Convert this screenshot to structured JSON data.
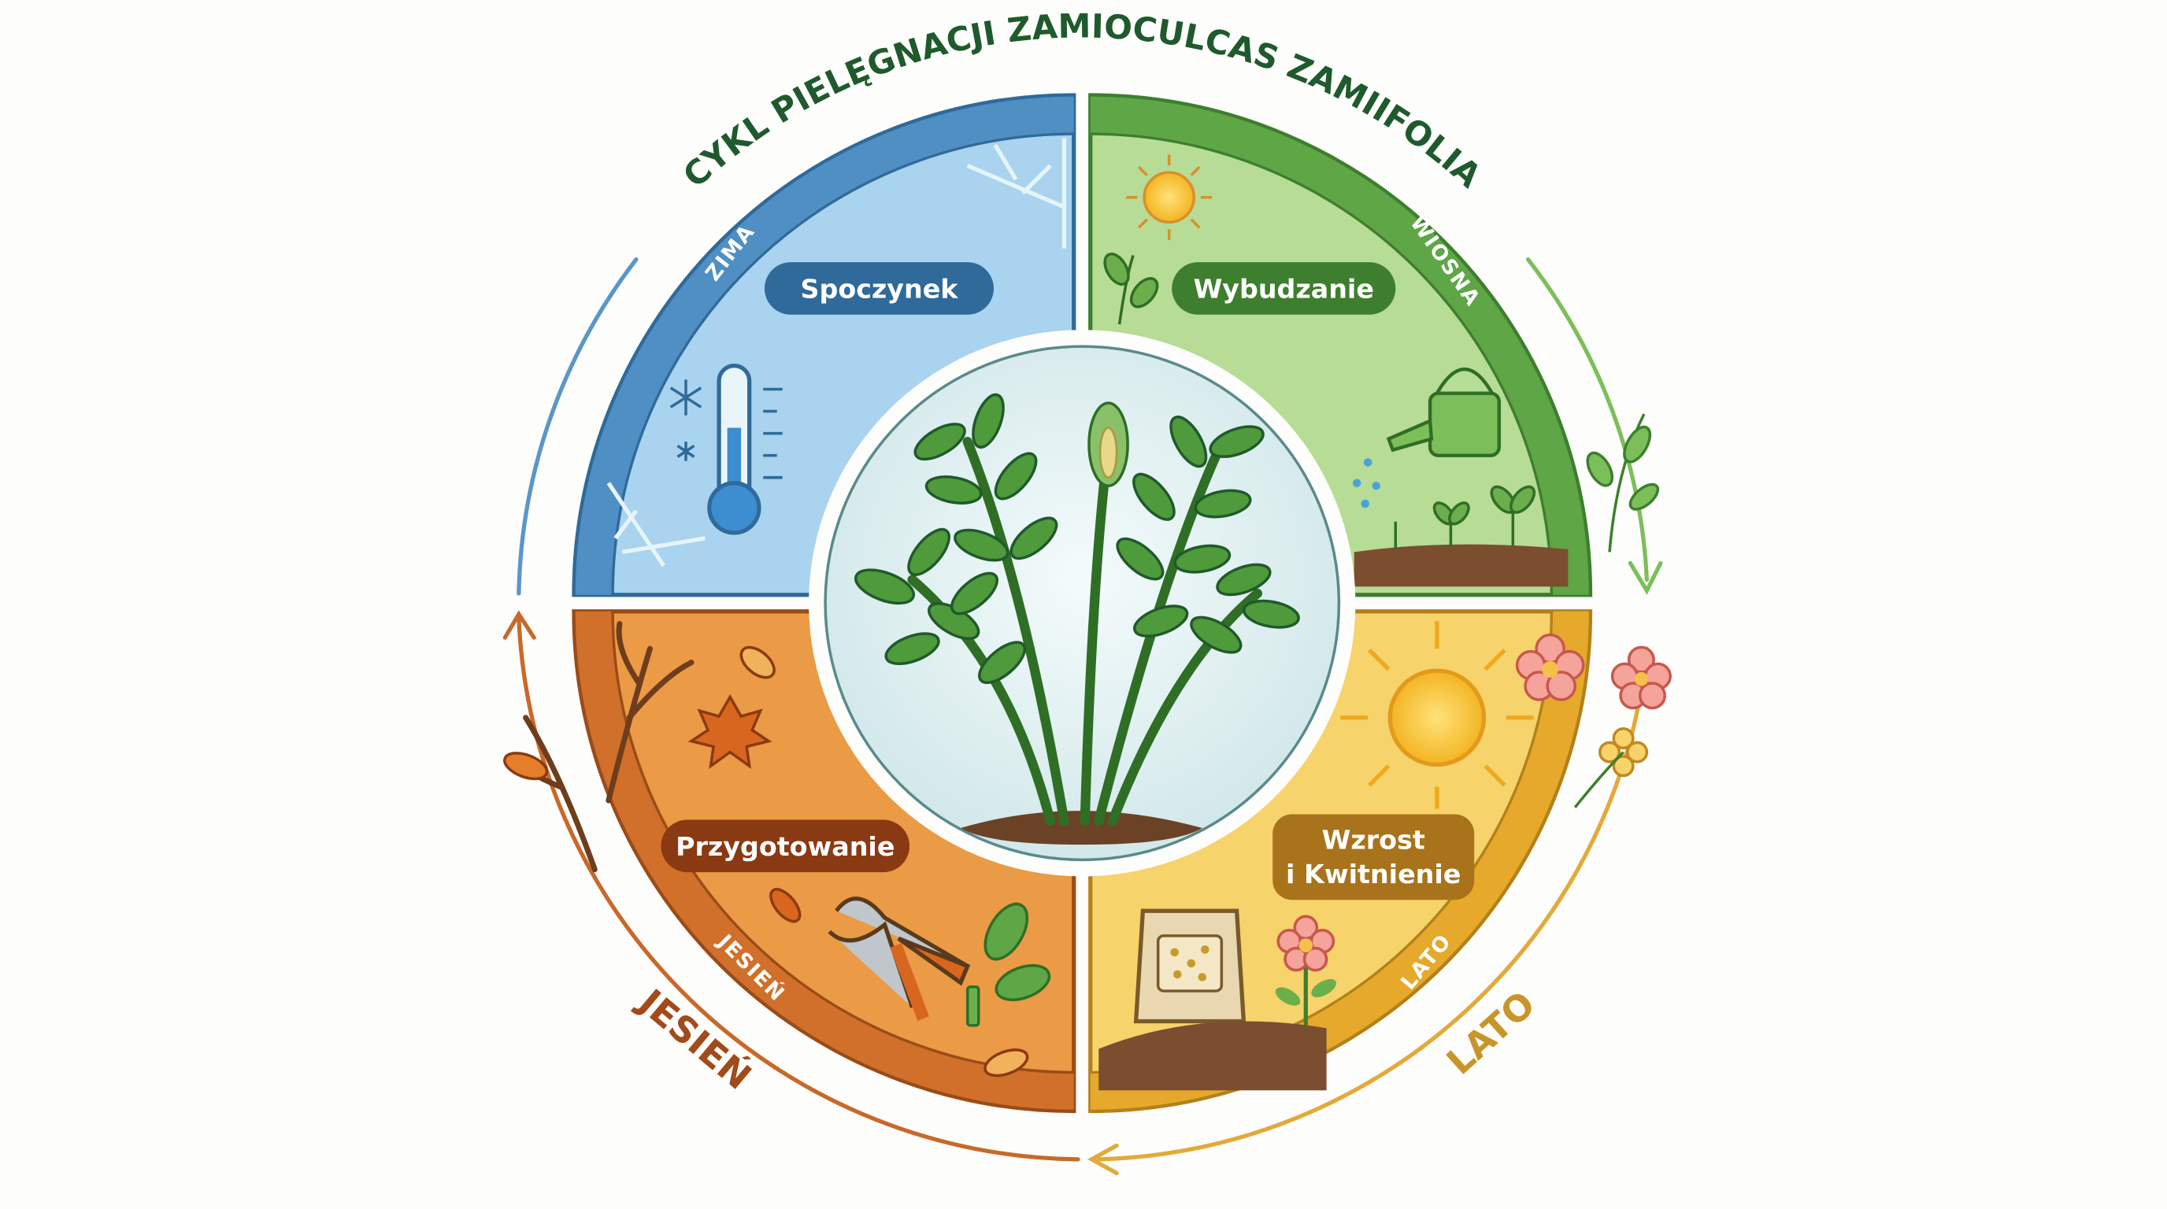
{
  "title": "CYKL PIELĘGNACJI ZAMIOCULCAS ZAMIIFOLIA",
  "seasons": {
    "winter": {
      "band_label": "ZIMA",
      "phase": "Spoczynek",
      "color": "#4f8fc4",
      "fill": "#a9d3ee",
      "icons": [
        "snowflake-icon",
        "thermometer-icon"
      ]
    },
    "spring": {
      "band_label": "WIOSNA",
      "phase": "Wybudzanie",
      "color": "#4e9a3c",
      "fill": "#b7dc95",
      "icons": [
        "sun-icon",
        "watering-can-icon",
        "seedling-icon"
      ]
    },
    "summer": {
      "band_label": "LATO",
      "phase_line1": "Wzrost",
      "phase_line2": "i Kwitnienie",
      "color": "#e6a92b",
      "fill": "#f6d36b",
      "icons": [
        "sun-icon",
        "fertilizer-bag-icon",
        "flower-icon"
      ]
    },
    "autumn": {
      "band_label": "JESIEŃ",
      "phase": "Przygotowanie",
      "color": "#c9681f",
      "fill": "#eb9a45",
      "icons": [
        "bare-branch-icon",
        "maple-leaf-icon",
        "pruning-shears-icon",
        "leaf-icon"
      ]
    }
  },
  "outer_labels": {
    "autumn": "JESIEŃ",
    "summer": "LATO"
  },
  "center": {
    "icon": "zamioculcas-plant-icon"
  }
}
